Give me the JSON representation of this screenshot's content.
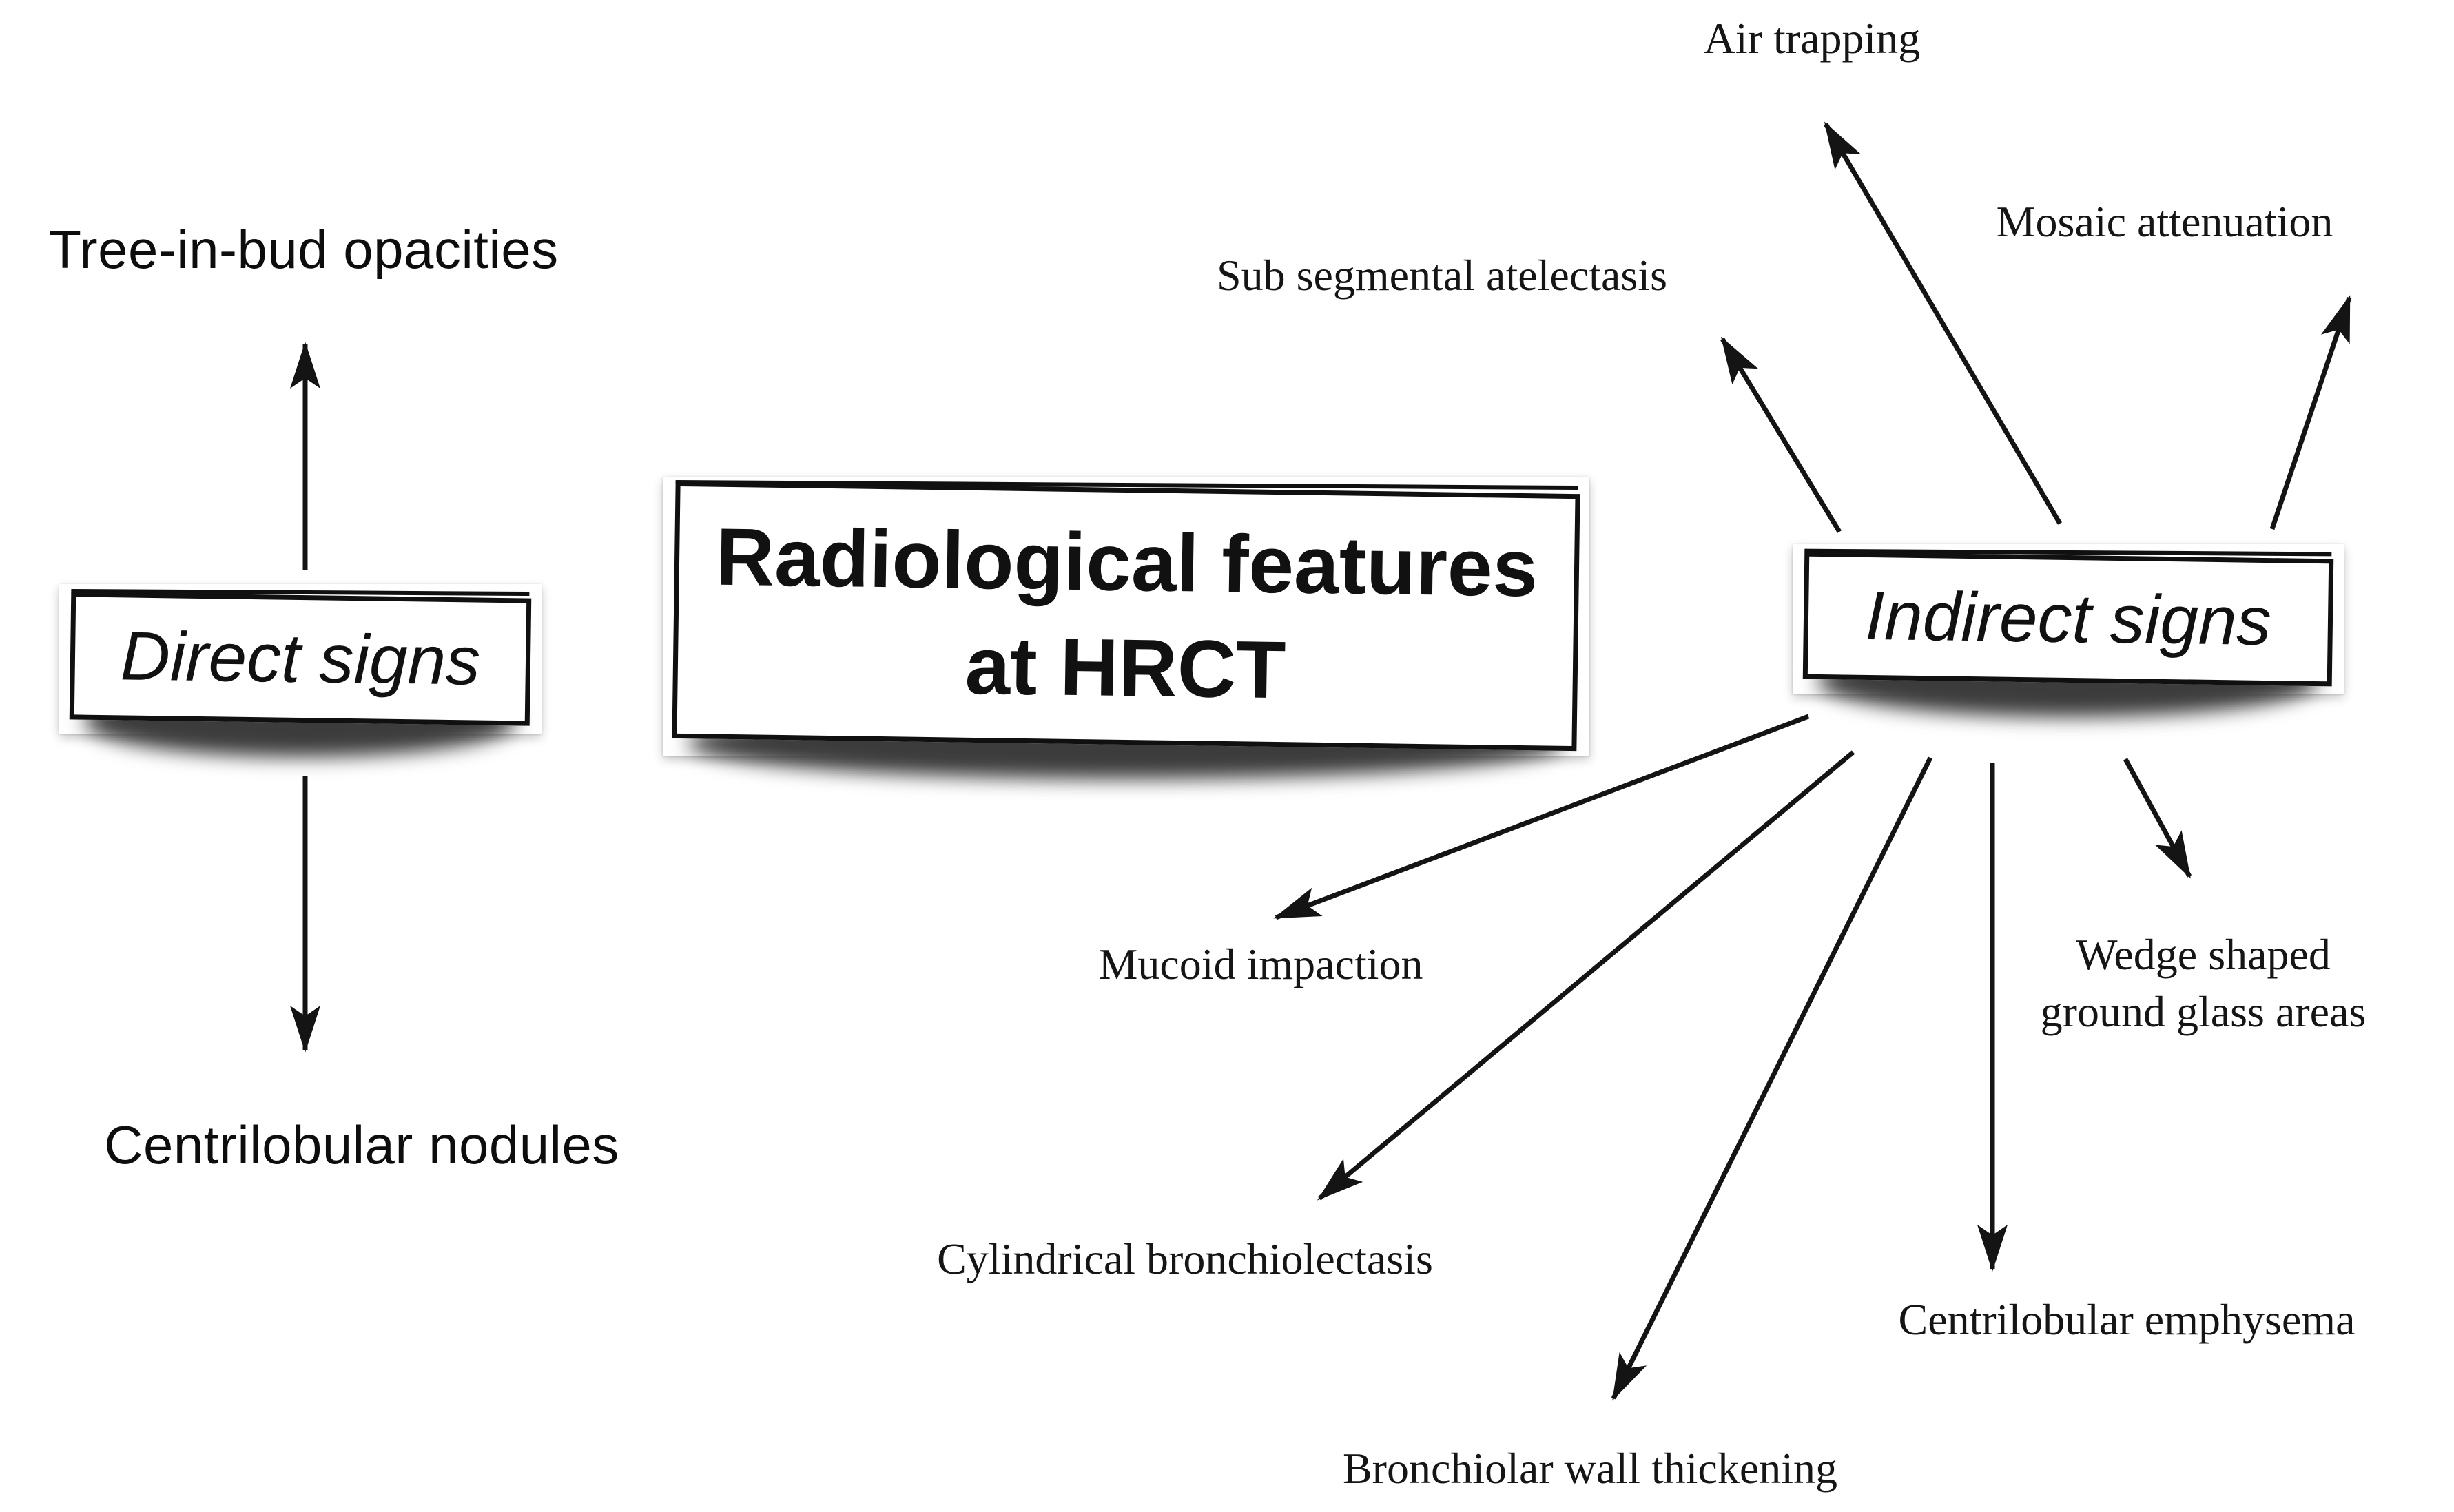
{
  "canvas": {
    "background_color": "#ffffff",
    "ink_color": "#141414"
  },
  "center_box": {
    "label_line1": "Radiological features",
    "label_line2": "at HRCT",
    "label": "Radiological features at HRCT"
  },
  "left_branch": {
    "box_label": "Direct signs",
    "connections": [
      "tree-in-bud-opacities",
      "centrilobular-nodules"
    ],
    "targets": [
      {
        "id": "tree-in-bud-opacities",
        "label": "Tree-in-bud opacities"
      },
      {
        "id": "centrilobular-nodules",
        "label": "Centrilobular nodules"
      }
    ]
  },
  "right_branch": {
    "box_label": "Indirect signs",
    "connections": [
      "air-trapping",
      "mosaic-attenuation",
      "sub-segmental-atelectasis",
      "mucoid-impaction",
      "cylindrical-bronchiolectasis",
      "bronchiolar-wall-thickening",
      "centrilobular-emphysema",
      "wedge-shaped-ground-glass-areas"
    ],
    "targets": [
      {
        "id": "air-trapping",
        "label": "Air trapping"
      },
      {
        "id": "mosaic-attenuation",
        "label": "Mosaic attenuation"
      },
      {
        "id": "sub-segmental-atelectasis",
        "label": "Sub segmental atelectasis"
      },
      {
        "id": "mucoid-impaction",
        "label": "Mucoid impaction"
      },
      {
        "id": "cylindrical-bronchiolectasis",
        "label": "Cylindrical bronchiolectasis"
      },
      {
        "id": "bronchiolar-wall-thickening",
        "label": "Bronchiolar wall thickening"
      },
      {
        "id": "centrilobular-emphysema",
        "label": "Centrilobular emphysema"
      },
      {
        "id": "wedge-shaped-ground-glass-areas",
        "label": "Wedge shaped ground glass areas",
        "label_line1": "Wedge shaped",
        "label_line2": "ground glass areas"
      }
    ]
  }
}
